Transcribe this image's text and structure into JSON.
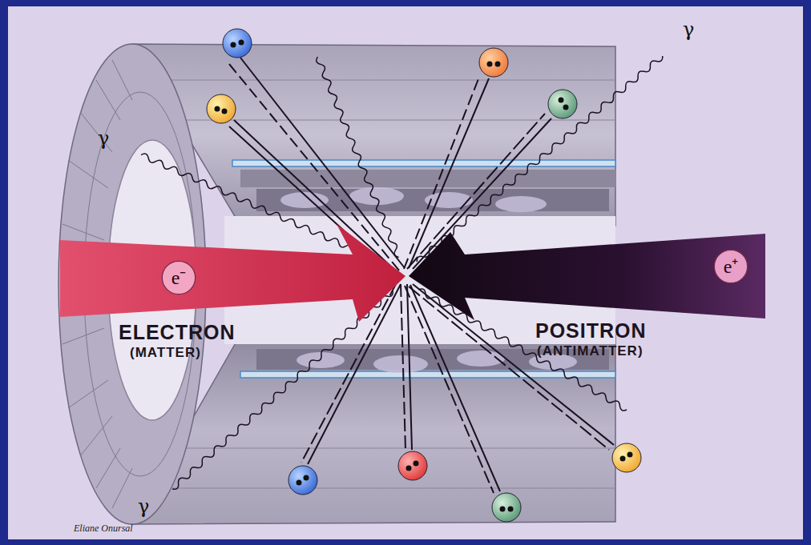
{
  "diagram": {
    "nodes": [
      {
        "text": [
          "e⁻"
        ]
      },
      {
        "text": [
          "e⁺"
        ]
      }
    ],
    "labels": [
      "ELECTRON",
      "(MATTER)",
      "POSITRON",
      "(ANTIMATTER)",
      "γ",
      "γ",
      "γ",
      "Eliane Onursal"
    ]
  }
}
